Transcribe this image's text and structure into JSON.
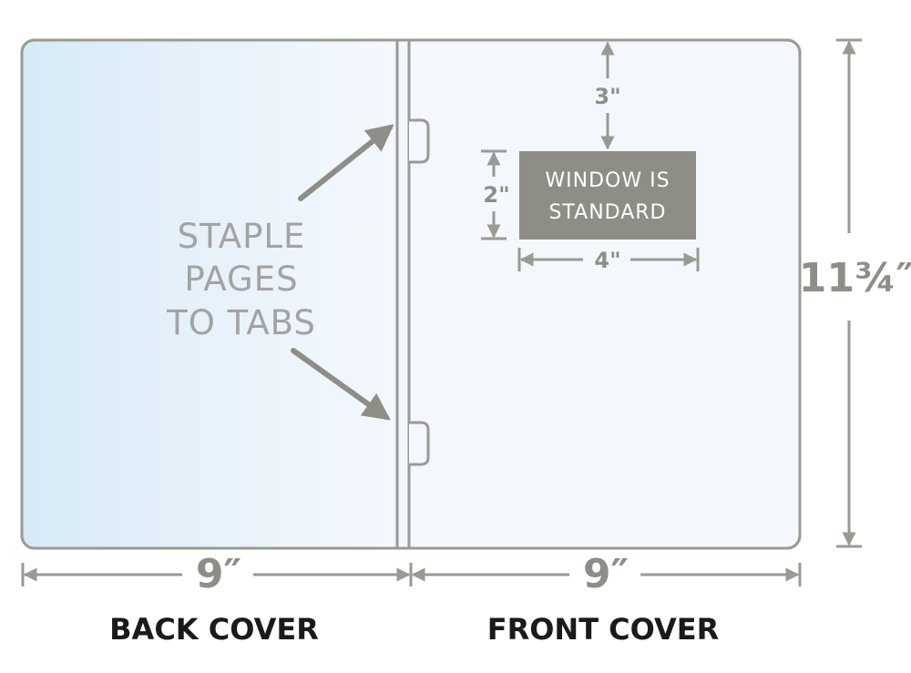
{
  "staple_text": [
    "STAPLE",
    "PAGES",
    "TO TABS"
  ],
  "window_text": [
    "WINDOW IS",
    "STANDARD"
  ],
  "dims": {
    "window_top": "3\"",
    "window_height": "2\"",
    "window_width": "4\"",
    "back_width": "9″",
    "front_width": "9″",
    "height": "11¾″"
  },
  "labels": {
    "back": "BACK COVER",
    "front": "FRONT COVER"
  },
  "colors": {
    "outline": "#9a9a92",
    "window_fill": "#8e8e86",
    "back_gradient_start": "#d6eaf8",
    "cover_fill": "#f4f8fd"
  }
}
